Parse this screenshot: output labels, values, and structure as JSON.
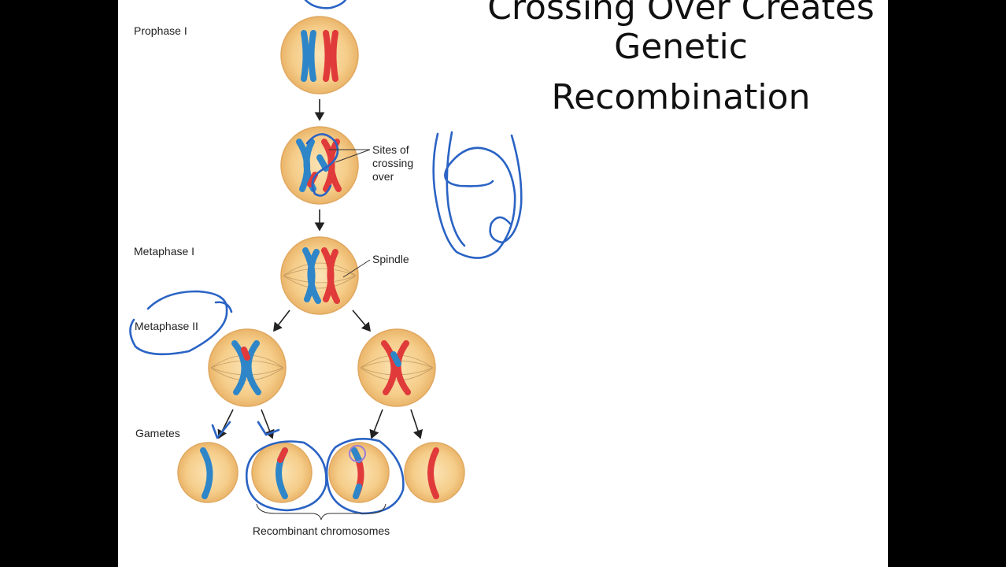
{
  "title": {
    "line1": "Crossing Over Creates",
    "line2": "Genetic",
    "line3": "Recombination"
  },
  "stages": {
    "prophase_1": "Prophase I",
    "metaphase_1": "Metaphase I",
    "metaphase_2": "Metaphase II",
    "gametes": "Gametes"
  },
  "annotations": {
    "sites_line1": "Sites of",
    "sites_line2": "crossing",
    "sites_line3": "over",
    "spindle": "Spindle",
    "recombinant": "Recombinant chromosomes"
  },
  "colors": {
    "maternal": "#2e86c8",
    "paternal": "#e03a3a",
    "cell": "#f5cd8a",
    "ink": "#2a63c4"
  }
}
